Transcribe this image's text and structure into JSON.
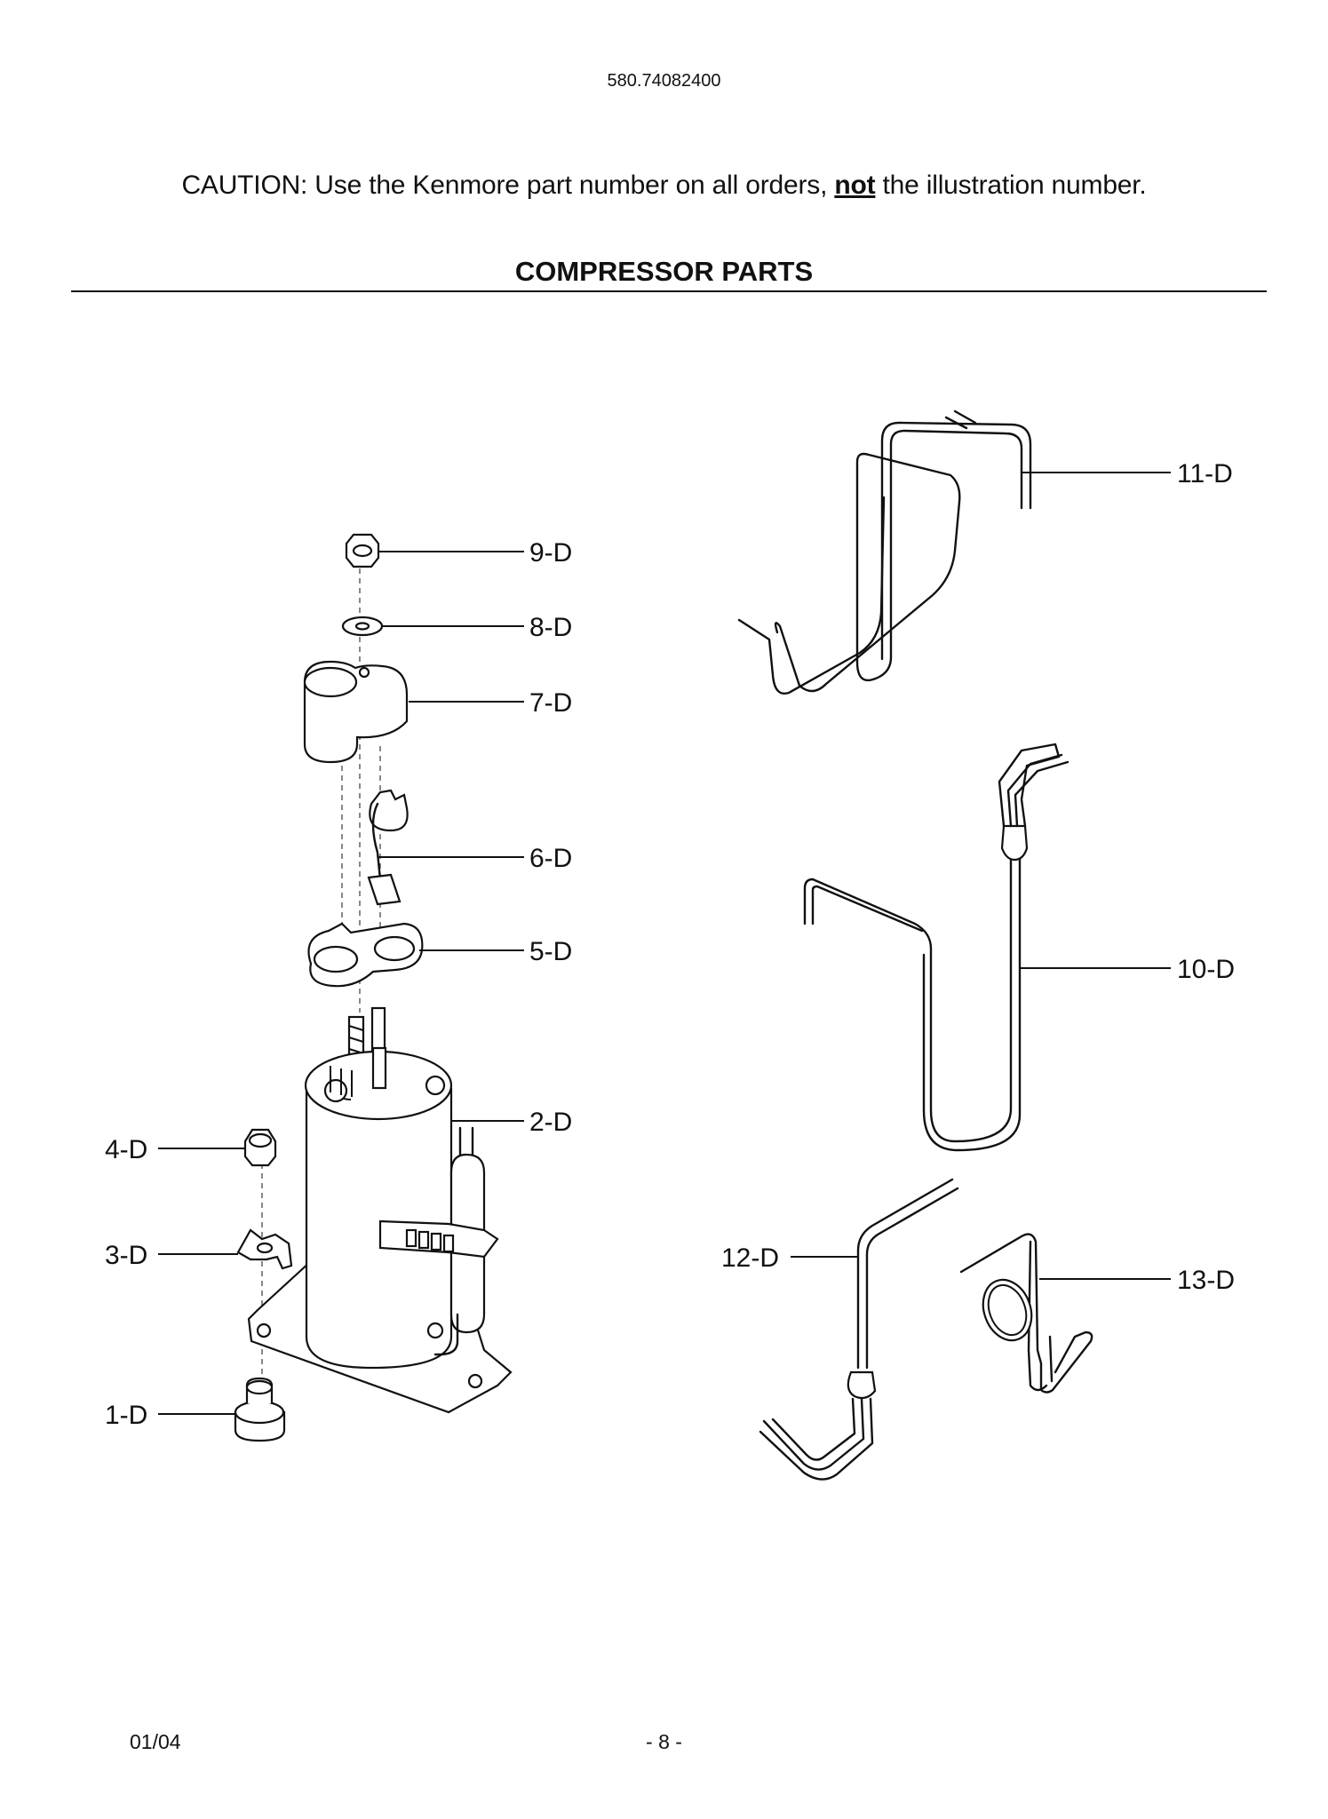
{
  "header": {
    "model_number": "580.74082400",
    "caution_prefix": "CAUTION: Use the Kenmore part number on all orders, ",
    "caution_emphasis": "not",
    "caution_suffix": " the illustration number.",
    "section_title": "COMPRESSOR PARTS"
  },
  "callouts": {
    "c9": "9-D",
    "c8": "8-D",
    "c7": "7-D",
    "c6": "6-D",
    "c5": "5-D",
    "c2": "2-D",
    "c4": "4-D",
    "c3": "3-D",
    "c1": "1-D",
    "c11": "11-D",
    "c10": "10-D",
    "c12": "12-D",
    "c13": "13-D"
  },
  "footer": {
    "date": "01/04",
    "page": "- 8 -"
  }
}
